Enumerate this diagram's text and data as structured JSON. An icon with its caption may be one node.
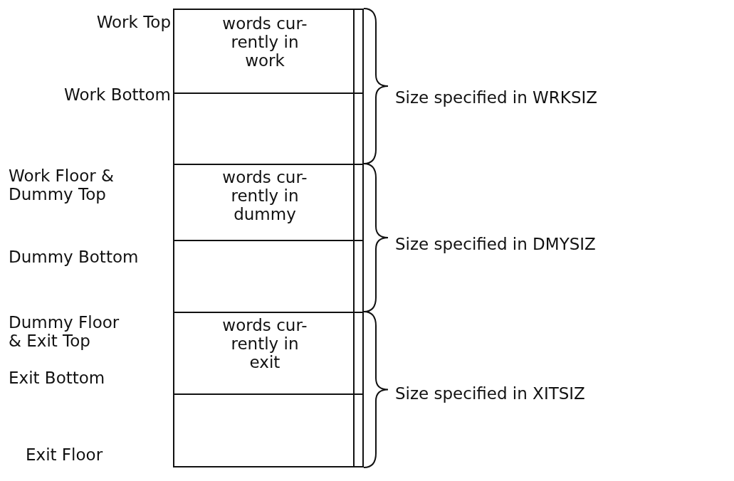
{
  "diagram": {
    "nodes": [
      {
        "text": [
          "words cur- rently in work"
        ]
      },
      {
        "text": [],
        "shape": "box"
      },
      {
        "text": [
          "words cur- rently in dummy"
        ]
      },
      {
        "text": [],
        "shape": "box"
      },
      {
        "text": [
          "words cur- rently in exit"
        ]
      },
      {
        "text": [],
        "shape": "box"
      }
    ],
    "edges": [],
    "labels": [
      "Work Top",
      "Work Bottom",
      "Size specified in WRKSIZ",
      "Work Floor & Dummy Top",
      "Dummy Bottom",
      "Size specified in DMYSIZ",
      "Dummy Floor & Exit Top",
      "Exit Bottom",
      "Size specified in XITSIZ",
      "Exit Floor"
    ]
  }
}
